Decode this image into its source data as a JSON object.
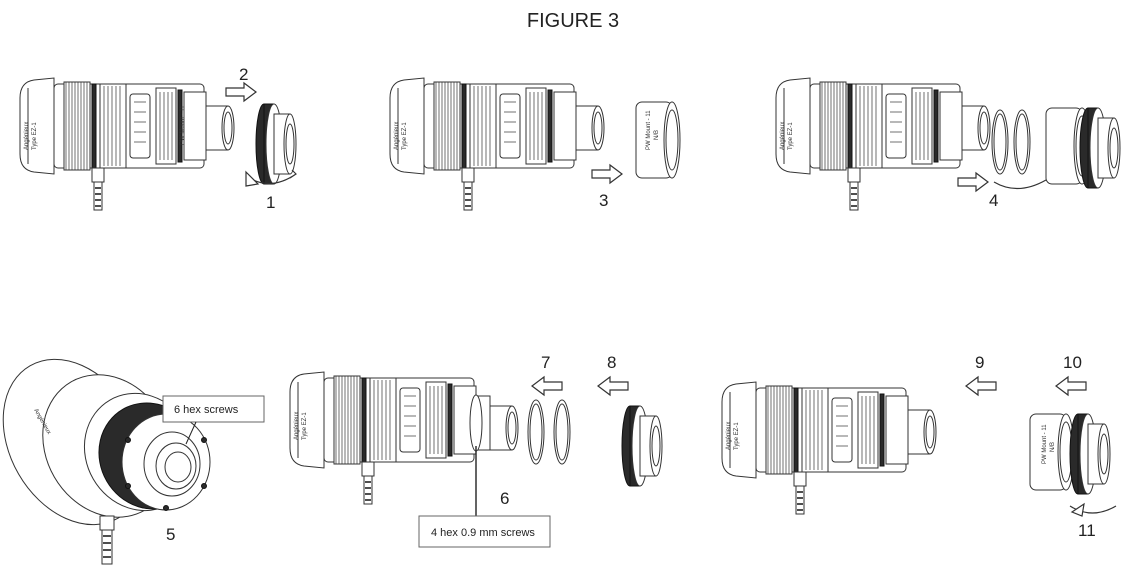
{
  "figure": {
    "title": "FIGURE 3"
  },
  "lens_markings": {
    "brand": "Angénieux",
    "type": "Type EZ-1",
    "mount_label": "PW Mount - 11",
    "mount_sub": "N/B"
  },
  "steps": [
    {
      "num": "1"
    },
    {
      "num": "2"
    },
    {
      "num": "3"
    },
    {
      "num": "4"
    },
    {
      "num": "5"
    },
    {
      "num": "6"
    },
    {
      "num": "7"
    },
    {
      "num": "8"
    },
    {
      "num": "9"
    },
    {
      "num": "10"
    },
    {
      "num": "11"
    }
  ],
  "callouts": {
    "hex_screws": "6 hex screws",
    "small_screws": "4 hex 0.9 mm screws"
  }
}
